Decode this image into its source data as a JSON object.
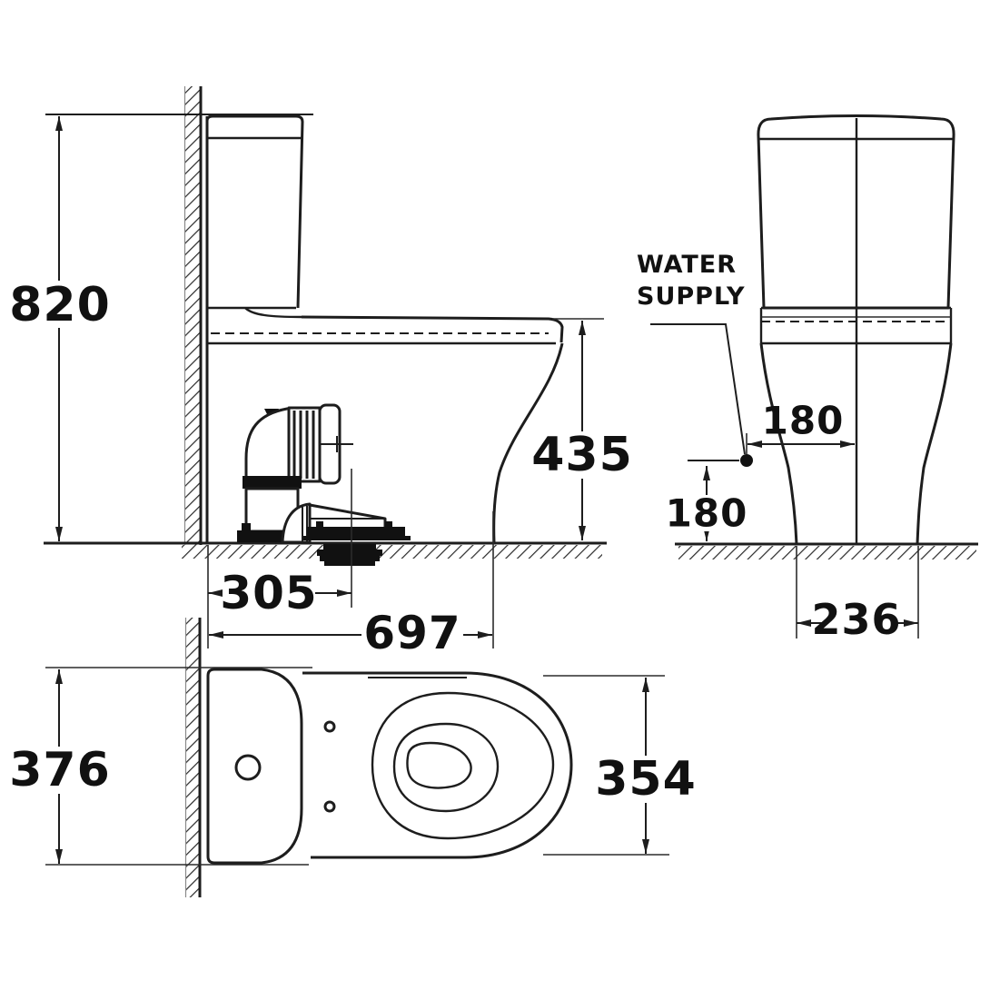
{
  "labels": {
    "side_view": {
      "overall_height": "820",
      "rim_height": "435",
      "outlet_setout": "305",
      "overall_depth": "697"
    },
    "front_view": {
      "water_supply_line1": "WATER",
      "water_supply_line2": "SUPPLY",
      "supply_horizontal_offset": "180",
      "supply_height": "180",
      "base_width": "236"
    },
    "top_view": {
      "overall_width": "376",
      "seat_width": "354"
    }
  },
  "colors": {
    "line": "#1d1d1d",
    "background": "#ffffff",
    "text": "#111111"
  }
}
